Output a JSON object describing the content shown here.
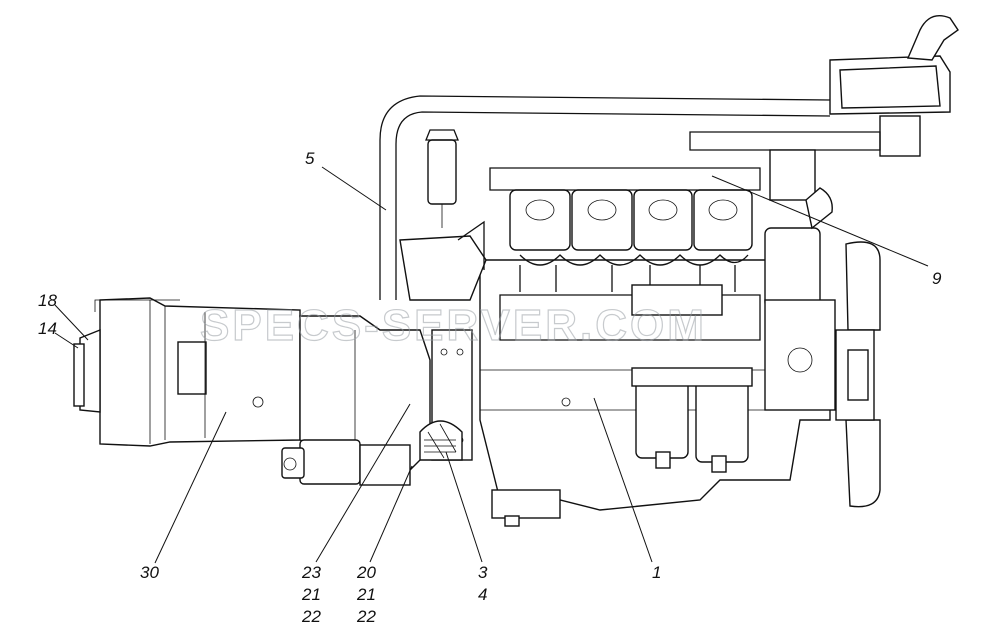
{
  "watermark": "SPECS-SERVER.COM",
  "callouts": [
    {
      "id": "c5",
      "text": "5"
    },
    {
      "id": "c9",
      "text": "9"
    },
    {
      "id": "c18",
      "text": "18"
    },
    {
      "id": "c14",
      "text": "14"
    },
    {
      "id": "c30",
      "text": "30"
    },
    {
      "id": "c23",
      "text": "23"
    },
    {
      "id": "c21a",
      "text": "21"
    },
    {
      "id": "c22a",
      "text": "22"
    },
    {
      "id": "c20",
      "text": "20"
    },
    {
      "id": "c21b",
      "text": "21"
    },
    {
      "id": "c22b",
      "text": "22"
    },
    {
      "id": "c3",
      "text": "3"
    },
    {
      "id": "c4",
      "text": "4"
    },
    {
      "id": "c1",
      "text": "1"
    }
  ]
}
